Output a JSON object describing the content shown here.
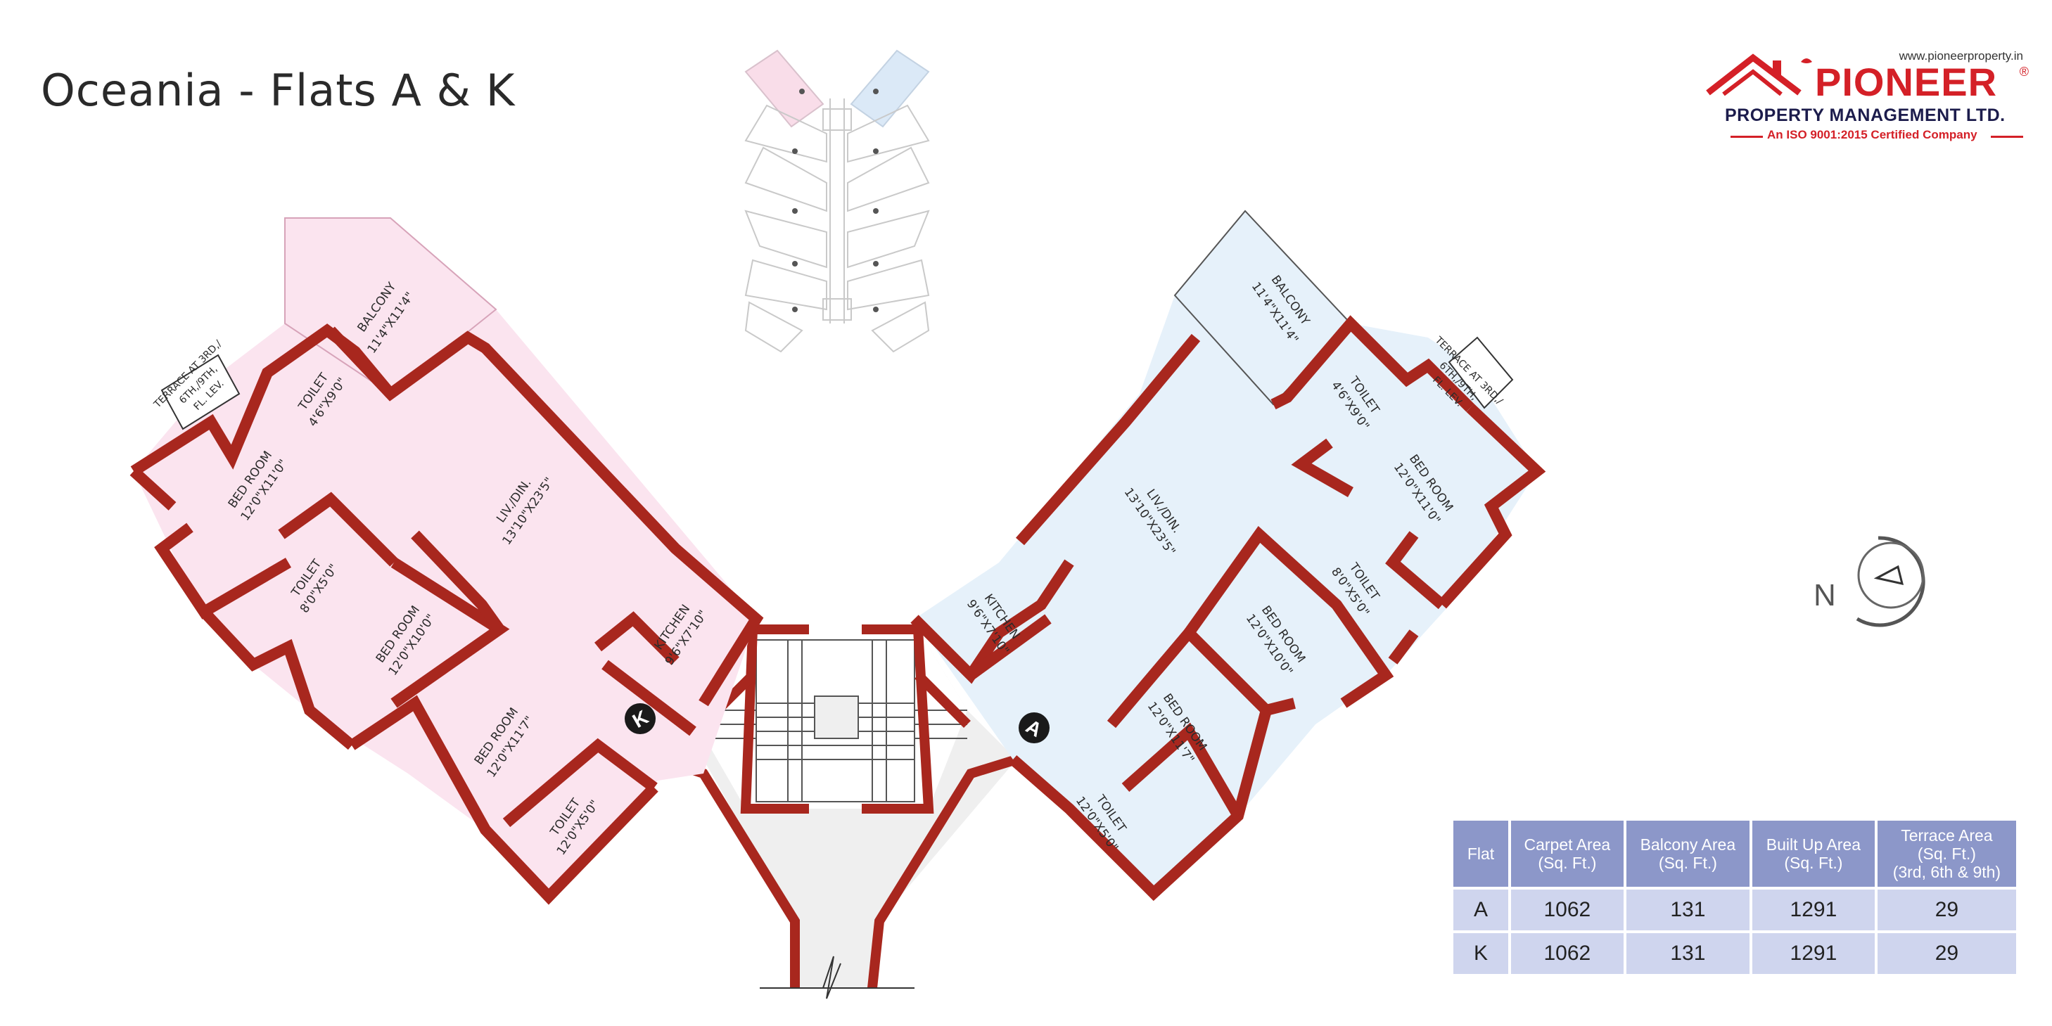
{
  "title": "Oceania - Flats A & K",
  "logo": {
    "url": "www.pioneerproperty.in",
    "brand": "PIONEER",
    "reg": "®",
    "subtitle": "PROPERTY MANAGEMENT LTD.",
    "iso": "An ISO 9001:2015 Certified Company"
  },
  "north": "N",
  "flat_markers": {
    "left": "K",
    "right": "A"
  },
  "rooms_k": {
    "balcony": "BALCONY",
    "balcony_dim": "11'4\"X11'4\"",
    "terrace_1": "TERRACE AT 3RD,/",
    "terrace_2": "6TH,/9TH,",
    "terrace_3": "FL. LEV.",
    "toilet1": "TOILET",
    "toilet1_dim": "4'6\"X9'0\"",
    "bed1": "BED ROOM",
    "bed1_dim": "12'0\"X11'0\"",
    "liv": "LIV./DIN.",
    "liv_dim": "13'10\"X23'5\"",
    "toilet2": "TOILET",
    "toilet2_dim": "8'0\"X5'0\"",
    "bed2": "BED ROOM",
    "bed2_dim": "12'0\"X10'0\"",
    "kitchen": "KITCHEN",
    "kitchen_dim": "9'6\"X7'10\"",
    "bed3": "BED ROOM",
    "bed3_dim": "12'0\"X11'7\"",
    "toilet3": "TOILET",
    "toilet3_dim": "12'0\"X5'0\""
  },
  "rooms_a": {
    "balcony": "BALCONY",
    "balcony_dim": "11'4\"X11'4\"",
    "terrace_1": "TERRACE AT 3RD,/",
    "terrace_2": "6TH,/9TH,",
    "terrace_3": "FL. LEV.",
    "toilet1": "TOILET",
    "toilet1_dim": "4'6\"X9'0\"",
    "bed1": "BED ROOM",
    "bed1_dim": "12'0\"X11'0\"",
    "liv": "LIV./DIN.",
    "liv_dim": "13'10\"X23'5\"",
    "toilet2": "TOILET",
    "toilet2_dim": "8'0\"X5'0\"",
    "bed2": "BED ROOM",
    "bed2_dim": "12'0\"X10'0\"",
    "kitchen": "KITCHEN",
    "kitchen_dim": "9'6\"X7'10\"",
    "bed3": "BED ROOM",
    "bed3_dim": "12'0\"X11'7\"",
    "toilet3": "TOILET",
    "toilet3_dim": "12'0\"X5'0\""
  },
  "area_table": {
    "headers": {
      "flat": "Flat",
      "carpet_1": "Carpet Area",
      "carpet_2": "(Sq. Ft.)",
      "balcony_1": "Balcony Area",
      "balcony_2": "(Sq. Ft.)",
      "built_1": "Built Up Area",
      "built_2": "(Sq. Ft.)",
      "terrace_1": "Terrace Area",
      "terrace_2": "(Sq. Ft.)",
      "terrace_3": "(3rd, 6th & 9th)"
    },
    "rows": [
      {
        "flat": "A",
        "carpet": "1062",
        "balcony": "131",
        "built": "1291",
        "terrace": "29"
      },
      {
        "flat": "K",
        "carpet": "1062",
        "balcony": "131",
        "built": "1291",
        "terrace": "29"
      }
    ]
  },
  "colors": {
    "wall": "#a8271e",
    "flat_k": "#fbe4ef",
    "flat_a": "#e6f1fa",
    "common": "#efefef",
    "table_head": "#8c97c9",
    "table_cell": "#cfd5ee",
    "brand": "#d42027"
  }
}
